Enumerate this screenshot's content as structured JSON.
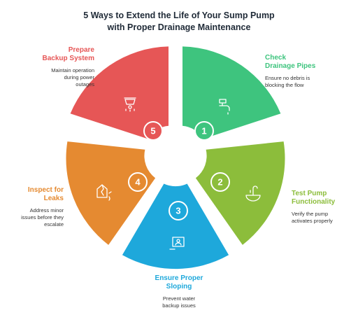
{
  "title": {
    "line1": "5 Ways to Extend the Life of Your Sump Pump",
    "line2": "with Proper Drainage Maintenance"
  },
  "steps": [
    {
      "number": "1",
      "heading_1": "Check",
      "heading_2": "Drainage Pipes",
      "desc_1": "Ensure no debris is",
      "desc_2": "blocking the flow",
      "desc_3": "",
      "color": "#3ec47e",
      "icon": "faucet-icon"
    },
    {
      "number": "2",
      "heading_1": "Test Pump",
      "heading_2": "Functionality",
      "desc_1": "Verify the pump",
      "desc_2": "activates properly",
      "desc_3": "",
      "color": "#8cbd3b",
      "icon": "sink-icon"
    },
    {
      "number": "3",
      "heading_1": "Ensure Proper",
      "heading_2": "Sloping",
      "desc_1": "Prevent water",
      "desc_2": "backup issues",
      "desc_3": "",
      "color": "#1ea8db",
      "icon": "monitor-slope-icon"
    },
    {
      "number": "4",
      "heading_1": "Inspect for",
      "heading_2": "Leaks",
      "desc_1": "Address minor",
      "desc_2": "issues before they",
      "desc_3": "escalate",
      "color": "#e58a31",
      "icon": "leak-icon"
    },
    {
      "number": "5",
      "heading_1": "Prepare",
      "heading_2": "Backup System",
      "desc_1": "Maintain operation",
      "desc_2": "during power",
      "desc_3": "outages",
      "color": "#e65656",
      "icon": "sprinkler-icon"
    }
  ]
}
